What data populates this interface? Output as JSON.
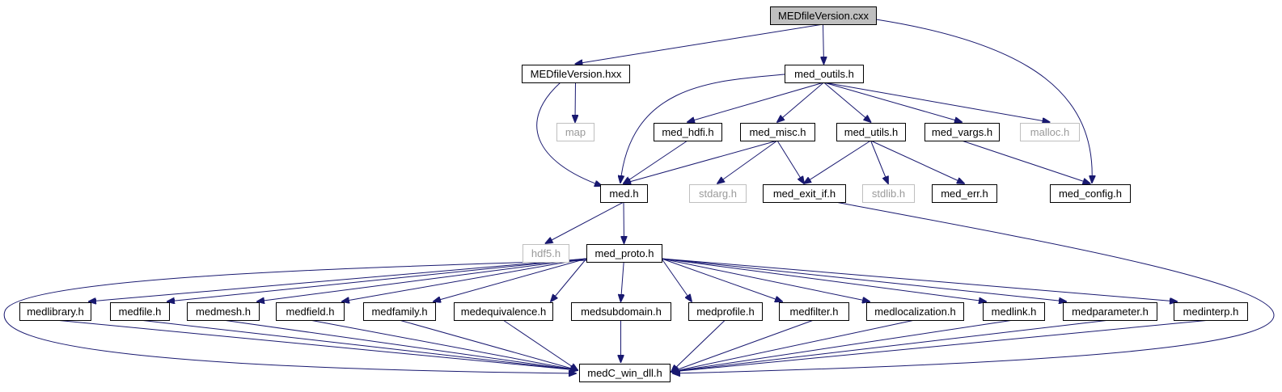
{
  "diagram": {
    "type": "include-dependency-graph",
    "edge_color": "#191970",
    "root_fill": "#bfbfbf",
    "external_border": "#bfbfbf",
    "nodes": [
      {
        "id": "medfileversion_cxx",
        "label": "MEDfileVersion.cxx",
        "kind": "root"
      },
      {
        "id": "medfileversion_hxx",
        "label": "MEDfileVersion.hxx",
        "kind": "file"
      },
      {
        "id": "med_outils_h",
        "label": "med_outils.h",
        "kind": "file"
      },
      {
        "id": "map",
        "label": "map",
        "kind": "external"
      },
      {
        "id": "med_hdfi_h",
        "label": "med_hdfi.h",
        "kind": "file"
      },
      {
        "id": "med_misc_h",
        "label": "med_misc.h",
        "kind": "file"
      },
      {
        "id": "med_utils_h",
        "label": "med_utils.h",
        "kind": "file"
      },
      {
        "id": "med_vargs_h",
        "label": "med_vargs.h",
        "kind": "file"
      },
      {
        "id": "malloc_h",
        "label": "malloc.h",
        "kind": "external"
      },
      {
        "id": "med_h",
        "label": "med.h",
        "kind": "file"
      },
      {
        "id": "stdarg_h",
        "label": "stdarg.h",
        "kind": "external"
      },
      {
        "id": "med_exit_if_h",
        "label": "med_exit_if.h",
        "kind": "file"
      },
      {
        "id": "stdlib_h",
        "label": "stdlib.h",
        "kind": "external"
      },
      {
        "id": "med_err_h",
        "label": "med_err.h",
        "kind": "file"
      },
      {
        "id": "med_config_h",
        "label": "med_config.h",
        "kind": "file"
      },
      {
        "id": "hdf5_h",
        "label": "hdf5.h",
        "kind": "external"
      },
      {
        "id": "med_proto_h",
        "label": "med_proto.h",
        "kind": "file"
      },
      {
        "id": "medlibrary_h",
        "label": "medlibrary.h",
        "kind": "file"
      },
      {
        "id": "medfile_h",
        "label": "medfile.h",
        "kind": "file"
      },
      {
        "id": "medmesh_h",
        "label": "medmesh.h",
        "kind": "file"
      },
      {
        "id": "medfield_h",
        "label": "medfield.h",
        "kind": "file"
      },
      {
        "id": "medfamily_h",
        "label": "medfamily.h",
        "kind": "file"
      },
      {
        "id": "medequivalence_h",
        "label": "medequivalence.h",
        "kind": "file"
      },
      {
        "id": "medsubdomain_h",
        "label": "medsubdomain.h",
        "kind": "file"
      },
      {
        "id": "medprofile_h",
        "label": "medprofile.h",
        "kind": "file"
      },
      {
        "id": "medfilter_h",
        "label": "medfilter.h",
        "kind": "file"
      },
      {
        "id": "medlocalization_h",
        "label": "medlocalization.h",
        "kind": "file"
      },
      {
        "id": "medlink_h",
        "label": "medlink.h",
        "kind": "file"
      },
      {
        "id": "medparameter_h",
        "label": "medparameter.h",
        "kind": "file"
      },
      {
        "id": "medinterp_h",
        "label": "medinterp.h",
        "kind": "file"
      },
      {
        "id": "medc_win_dll_h",
        "label": "medC_win_dll.h",
        "kind": "file"
      }
    ],
    "edges": [
      [
        "medfileversion_cxx",
        "medfileversion_hxx"
      ],
      [
        "medfileversion_cxx",
        "med_outils_h"
      ],
      [
        "medfileversion_cxx",
        "med_config_h"
      ],
      [
        "medfileversion_hxx",
        "map"
      ],
      [
        "medfileversion_hxx",
        "med_h"
      ],
      [
        "med_outils_h",
        "med_h"
      ],
      [
        "med_outils_h",
        "med_hdfi_h"
      ],
      [
        "med_outils_h",
        "med_misc_h"
      ],
      [
        "med_outils_h",
        "med_utils_h"
      ],
      [
        "med_outils_h",
        "med_vargs_h"
      ],
      [
        "med_outils_h",
        "malloc_h"
      ],
      [
        "med_hdfi_h",
        "med_h"
      ],
      [
        "med_misc_h",
        "med_h"
      ],
      [
        "med_misc_h",
        "stdarg_h"
      ],
      [
        "med_misc_h",
        "med_exit_if_h"
      ],
      [
        "med_utils_h",
        "med_exit_if_h"
      ],
      [
        "med_utils_h",
        "stdlib_h"
      ],
      [
        "med_utils_h",
        "med_err_h"
      ],
      [
        "med_vargs_h",
        "med_config_h"
      ],
      [
        "med_h",
        "hdf5_h"
      ],
      [
        "med_h",
        "med_proto_h"
      ],
      [
        "med_exit_if_h",
        "medc_win_dll_h"
      ],
      [
        "med_proto_h",
        "medlibrary_h"
      ],
      [
        "med_proto_h",
        "medfile_h"
      ],
      [
        "med_proto_h",
        "medmesh_h"
      ],
      [
        "med_proto_h",
        "medfield_h"
      ],
      [
        "med_proto_h",
        "medfamily_h"
      ],
      [
        "med_proto_h",
        "medequivalence_h"
      ],
      [
        "med_proto_h",
        "medsubdomain_h"
      ],
      [
        "med_proto_h",
        "medprofile_h"
      ],
      [
        "med_proto_h",
        "medfilter_h"
      ],
      [
        "med_proto_h",
        "medlocalization_h"
      ],
      [
        "med_proto_h",
        "medlink_h"
      ],
      [
        "med_proto_h",
        "medparameter_h"
      ],
      [
        "med_proto_h",
        "medinterp_h"
      ],
      [
        "med_proto_h",
        "medc_win_dll_h"
      ],
      [
        "medlibrary_h",
        "medc_win_dll_h"
      ],
      [
        "medfile_h",
        "medc_win_dll_h"
      ],
      [
        "medmesh_h",
        "medc_win_dll_h"
      ],
      [
        "medfield_h",
        "medc_win_dll_h"
      ],
      [
        "medfamily_h",
        "medc_win_dll_h"
      ],
      [
        "medequivalence_h",
        "medc_win_dll_h"
      ],
      [
        "medsubdomain_h",
        "medc_win_dll_h"
      ],
      [
        "medprofile_h",
        "medc_win_dll_h"
      ],
      [
        "medfilter_h",
        "medc_win_dll_h"
      ],
      [
        "medlocalization_h",
        "medc_win_dll_h"
      ],
      [
        "medlink_h",
        "medc_win_dll_h"
      ],
      [
        "medparameter_h",
        "medc_win_dll_h"
      ],
      [
        "medinterp_h",
        "medc_win_dll_h"
      ]
    ]
  }
}
